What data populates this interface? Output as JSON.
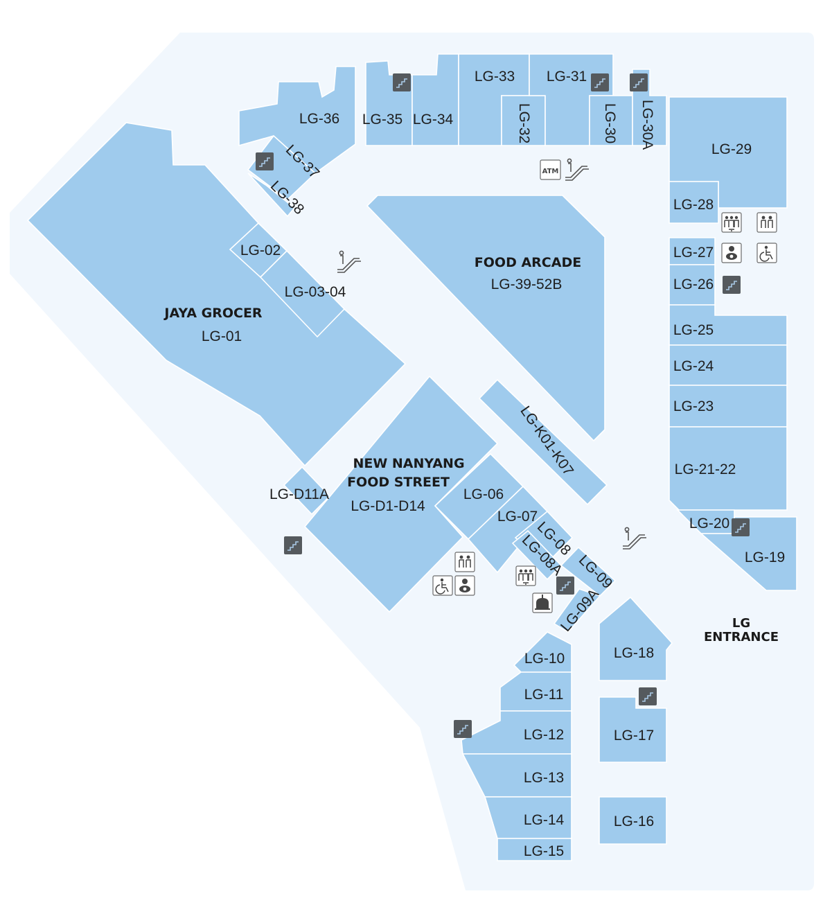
{
  "colors": {
    "unit": "#9fcbed",
    "floor": "#f1f7fd",
    "stairs": "#555a5e",
    "text": "#1e1e1e"
  },
  "anchors": {
    "jaya_name": "JAYA GROCER",
    "jaya_code": "LG-01",
    "food_arcade_name": "FOOD ARCADE",
    "food_arcade_code": "LG-39-52B",
    "nanyang_name_1": "NEW NANYANG",
    "nanyang_name_2": "FOOD STREET",
    "nanyang_code": "LG-D1-D14",
    "entrance_1": "LG",
    "entrance_2": "ENTRANCE"
  },
  "units": {
    "lg02": "LG-02",
    "lg0304": "LG-03-04",
    "lgd11a": "LG-D11A",
    "lg06": "LG-06",
    "lg07": "LG-07",
    "lg08": "LG-08",
    "lg08a": "LG-08A",
    "lg09": "LG-09",
    "lg09a": "LG-09A",
    "lgk01k07": "LG-K01-K07",
    "lg10": "LG-10",
    "lg11": "LG-11",
    "lg12": "LG-12",
    "lg13": "LG-13",
    "lg14": "LG-14",
    "lg15": "LG-15",
    "lg16": "LG-16",
    "lg17": "LG-17",
    "lg18": "LG-18",
    "lg19": "LG-19",
    "lg20": "LG-20",
    "lg2122": "LG-21-22",
    "lg23": "LG-23",
    "lg24": "LG-24",
    "lg25": "LG-25",
    "lg26": "LG-26",
    "lg27": "LG-27",
    "lg28": "LG-28",
    "lg29": "LG-29",
    "lg30": "LG-30",
    "lg30a": "LG-30A",
    "lg31": "LG-31",
    "lg32": "LG-32",
    "lg33": "LG-33",
    "lg34": "LG-34",
    "lg35": "LG-35",
    "lg36": "LG-36",
    "lg37": "LG-37",
    "lg38": "LG-38"
  },
  "facilities": {
    "atm_label": "ATM"
  },
  "icons": [
    "stairs-icon",
    "escalator-icon",
    "atm-icon",
    "restroom-icon",
    "family-restroom-icon",
    "baby-care-icon",
    "wheelchair-icon",
    "prayer-room-icon"
  ]
}
